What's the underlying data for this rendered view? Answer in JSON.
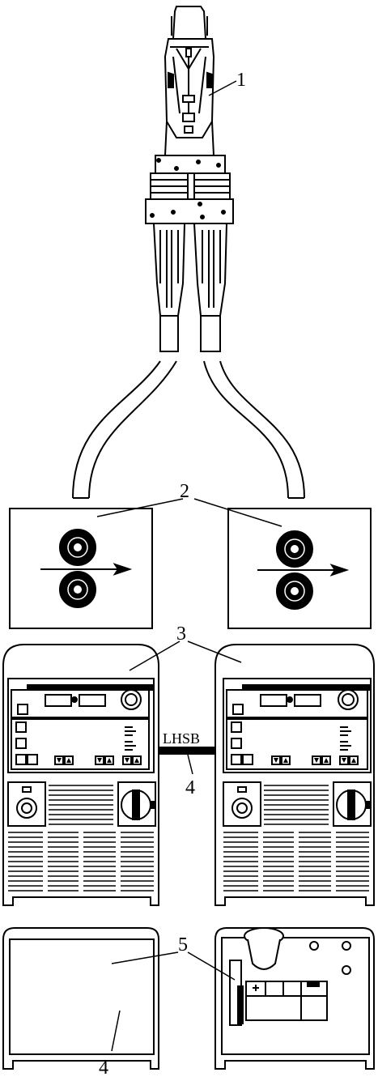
{
  "callouts": {
    "torch": "1",
    "wire_feeders": "2",
    "power_sources": "3",
    "interconnect_lower": "4",
    "cooling_units": "5",
    "cooling_unit_left": "4"
  },
  "link_label": "LHSB",
  "colors": {
    "line": "#000000",
    "fill_dark": "#000000",
    "background": "#ffffff"
  }
}
